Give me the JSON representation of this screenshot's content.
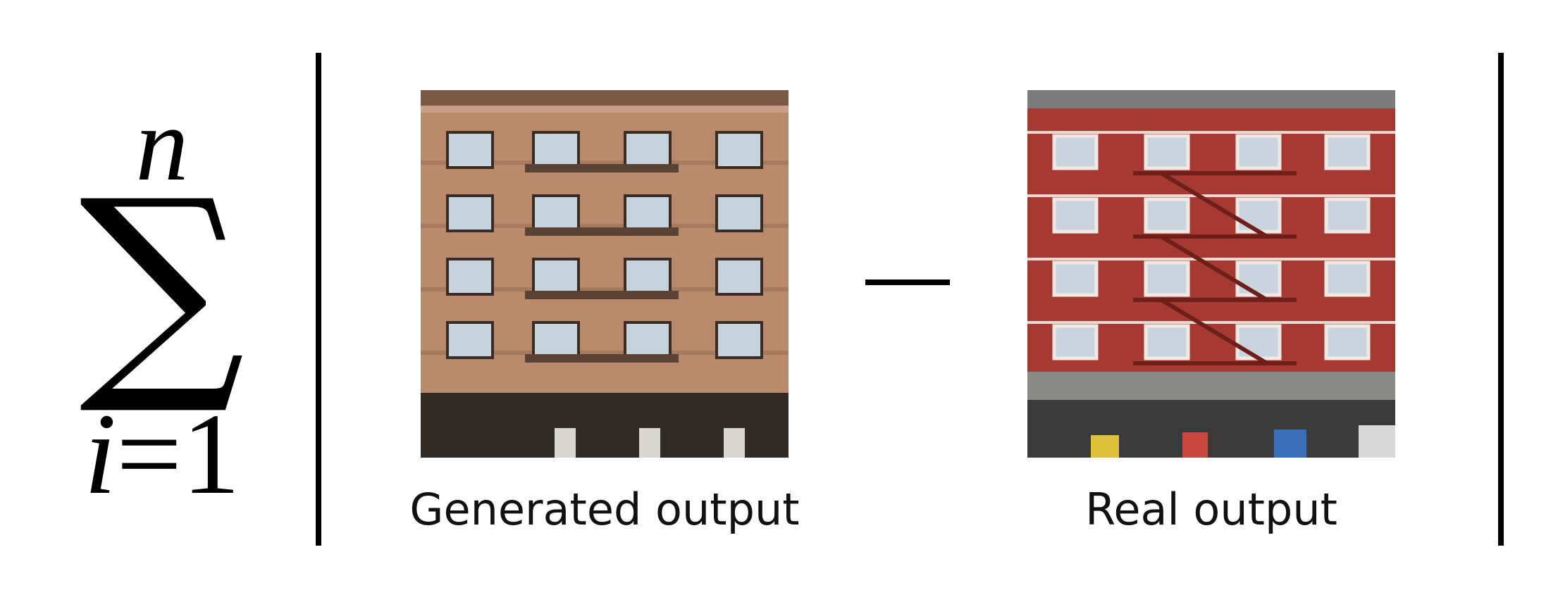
{
  "formula": {
    "upper_limit": "n",
    "operator": "∑",
    "lower_index": "i",
    "lower_equals": "=",
    "lower_start": "1",
    "minus": "−"
  },
  "panels": {
    "generated": {
      "caption": "Generated output",
      "facade_color": "#b98a6c"
    },
    "real": {
      "caption": "Real output",
      "facade_color": "#a63a33"
    }
  }
}
